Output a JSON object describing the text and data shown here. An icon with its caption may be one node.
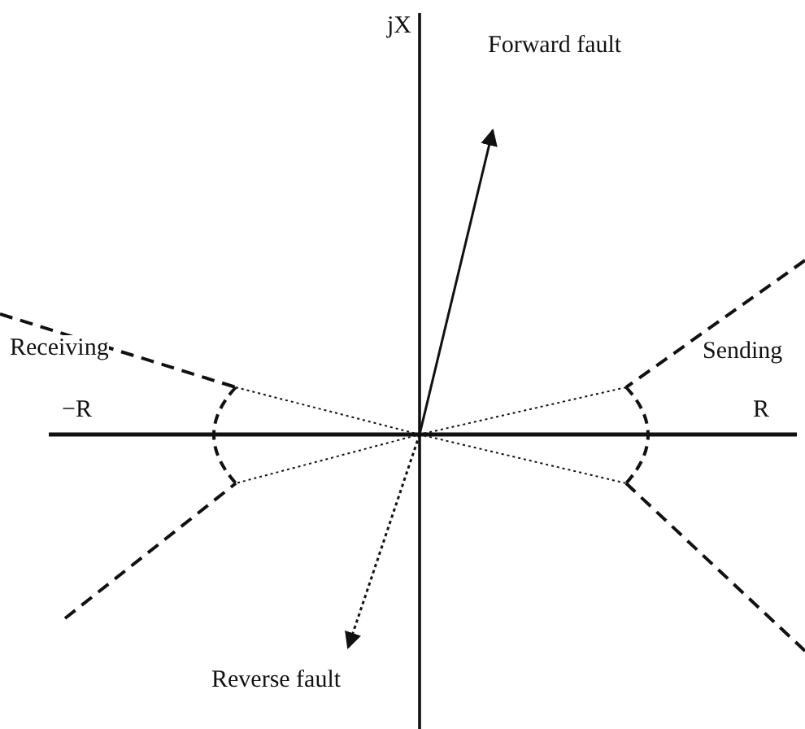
{
  "diagram": {
    "labels": [
      "jX",
      "Forward fault",
      "Receiving",
      "Sending",
      "−R",
      "R",
      "Reverse fault"
    ]
  }
}
